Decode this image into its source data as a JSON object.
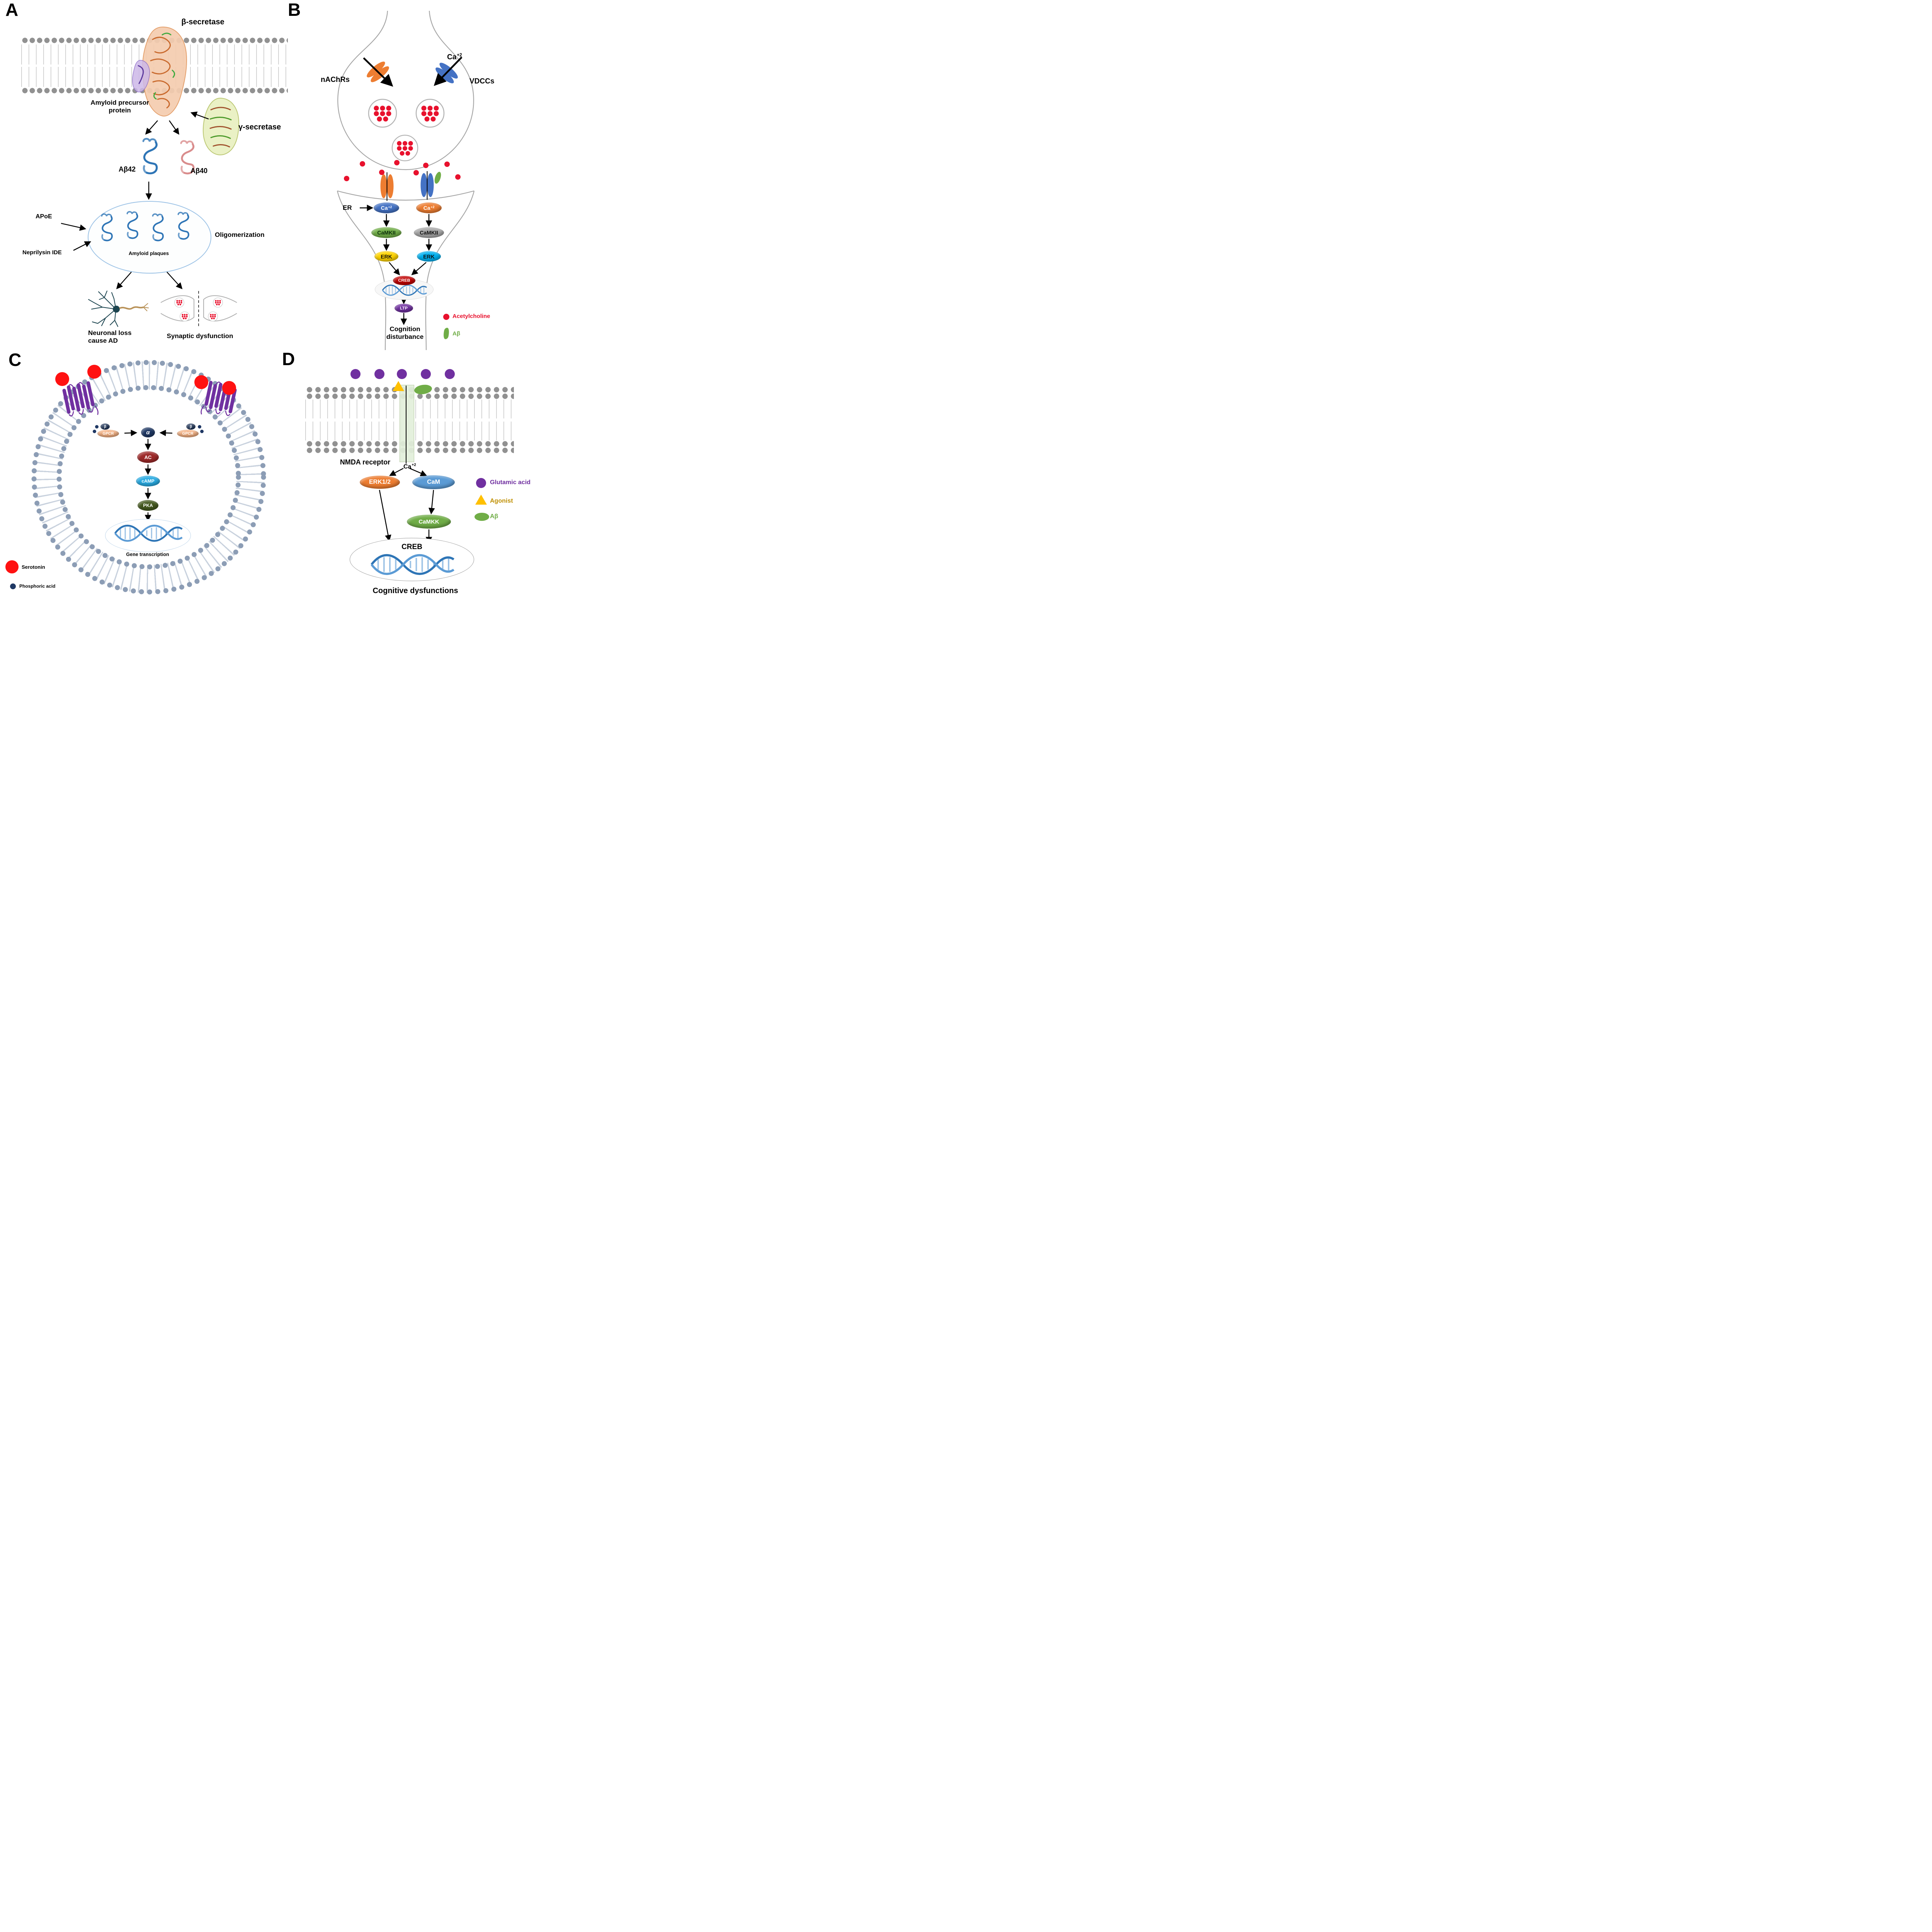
{
  "figure": {
    "panel_a": "A",
    "panel_b": "B",
    "panel_c": "C",
    "panel_d": "D"
  },
  "a": {
    "beta_secretase": "β-secretase",
    "gamma_secretase": "γ-secretase",
    "app_line1": "Amyloid precursor",
    "app_line2": "protein",
    "abeta42": "Aβ42",
    "abeta40": "Aβ40",
    "apoe": "APoE",
    "neprilysin": "Neprilysin IDE",
    "oligomerization": "Oligomerization",
    "amyloid_plaques": "Amyloid plaques",
    "neuronal_loss_line1": "Neuronal loss",
    "neuronal_loss_line2": "cause AD",
    "synaptic_dysfunction": "Synaptic dysfunction"
  },
  "b": {
    "nachrs": "nAChRs",
    "vdccs": "VDCCs",
    "ca_base": "Ca",
    "ca_sup": "+2",
    "er": "ER",
    "camkii": "CaMKII",
    "erk": "ERK",
    "creb": "CREB",
    "ltp": "LTP",
    "cognition_line1": "Cognition",
    "cognition_line2": "disturbance",
    "legend": {
      "acetylcholine": "Acetylcholine",
      "abeta": "Aβ"
    }
  },
  "c": {
    "gpcr": "GPCR",
    "beta": "β",
    "alpha": "α",
    "ac": "AC",
    "camp": "cAMP",
    "pka": "PKA",
    "gene_transcription": "Gene transcription",
    "legend": {
      "serotonin": "Serotonin",
      "phosphoric_acid": "Phosphoric acid"
    }
  },
  "d": {
    "nmda": "NMDA receptor",
    "ca_base": "Ca",
    "ca_sup": "+2",
    "erk12": "ERK1/2",
    "cam": "CaM",
    "camkk": "CaMKK",
    "creb": "CREB",
    "cognitive": "Cognitive dysfunctions",
    "legend": {
      "glutamic": "Glutamic acid",
      "agonist": "Agonist",
      "abeta": "Aβ"
    }
  },
  "colors": {
    "membrane_gray": "#9a9a9a",
    "acetylcholine_red": "#e8112d",
    "nachr_orange": "#ed7d31",
    "vdcc_blue": "#4472c4",
    "camkii_green": "#70ad47",
    "camkii_gray": "#a6a6a6",
    "erk_yellow": "#ffd400",
    "erk_cyan": "#00b0f0",
    "creb_red": "#c00000",
    "ltp_purple": "#7030a0",
    "gpcr_purple": "#7030a0",
    "serotonin_red": "#ff1111",
    "alpha_navy": "#1f3864",
    "ac_red": "#9e2a2a",
    "camp_cyan": "#29abe2",
    "pka_green": "#44591f",
    "erk12_orange": "#ed7d31",
    "cam_blue": "#5b9bd5",
    "camkk_green": "#70ad47",
    "glutamic_purple": "#7030a0",
    "agonist_yellow": "#ffc000",
    "abeta_green": "#70ad47",
    "dna_blue": "#2e75b6"
  }
}
